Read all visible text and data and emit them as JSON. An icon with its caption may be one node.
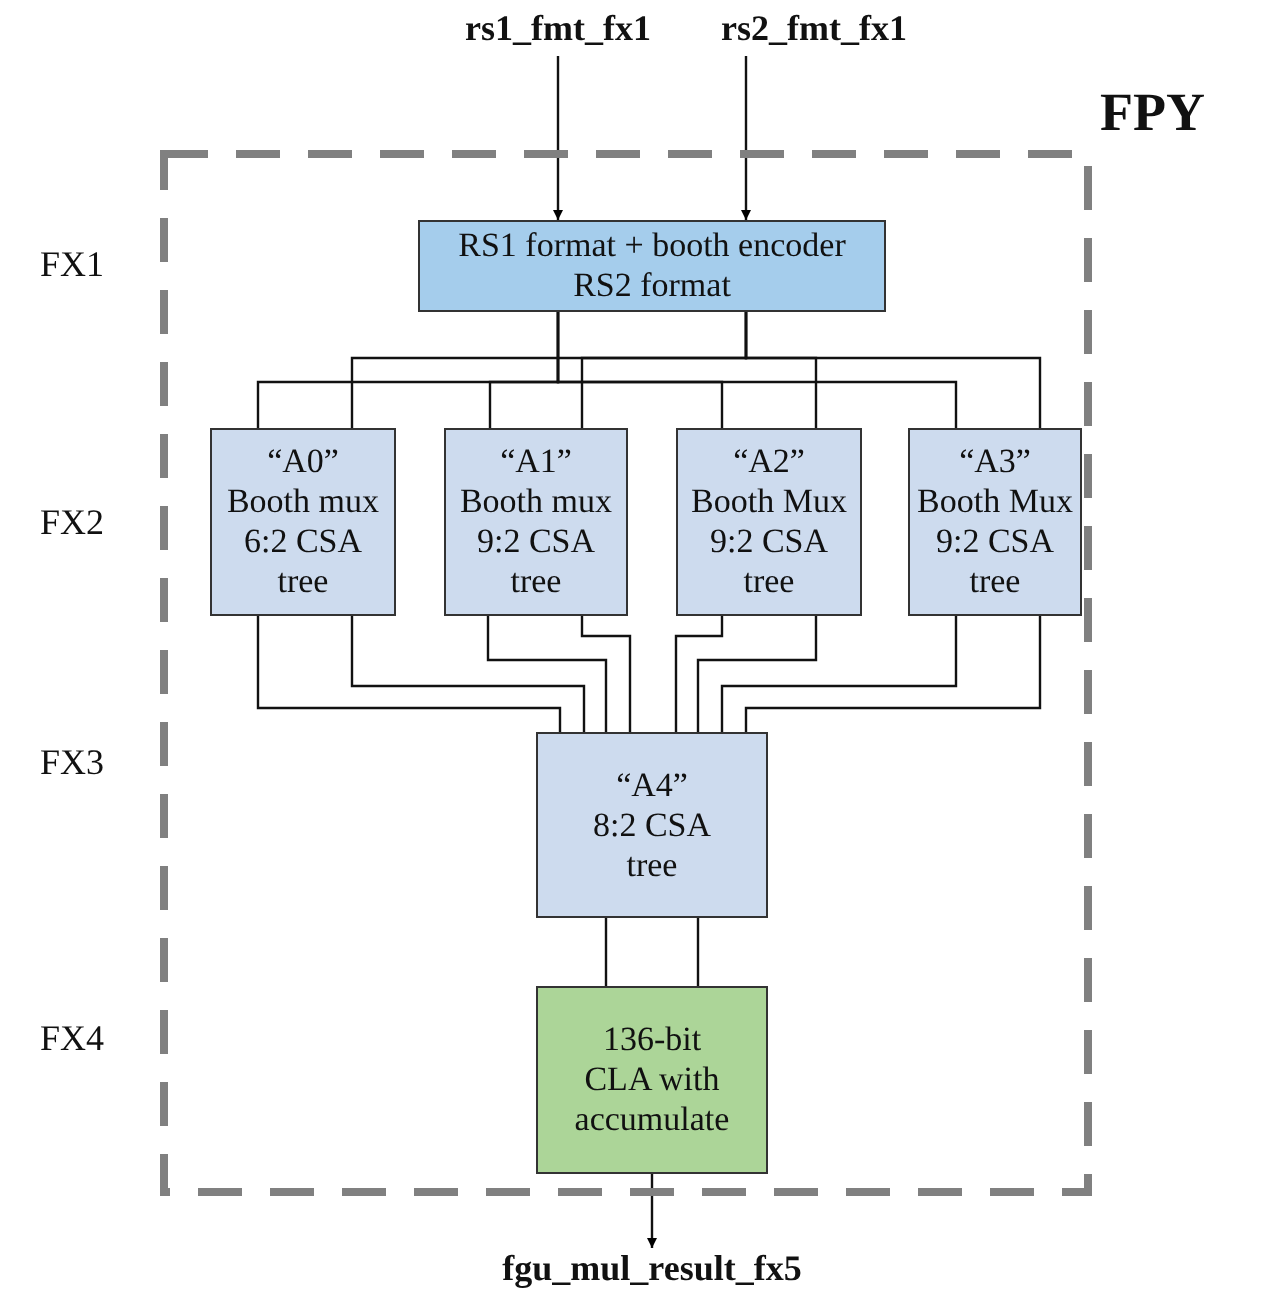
{
  "diagram": {
    "nodes": [
      {
        "text": [
          "FPY"
        ]
      },
      {
        "text": [
          "rs1_fmt_fx1"
        ]
      },
      {
        "text": [
          "rs2_fmt_fx1"
        ]
      },
      {
        "text": [
          "RS1 format + booth encoder",
          "RS2 format"
        ],
        "in": 0
      },
      {
        "text": [
          "“A0”",
          "Booth mux 6:2 CSA tree"
        ],
        "in": 0
      },
      {
        "text": [
          "“A1”",
          "Booth mux 9:2 CSA tree"
        ],
        "in": 0
      },
      {
        "text": [
          "“A2”",
          "Booth Mux 9:2 CSA tree"
        ],
        "in": 0
      },
      {
        "text": [
          "“A3”",
          "Booth Mux 9:2 CSA tree"
        ],
        "in": 0
      },
      {
        "text": [
          "“A4”",
          "8:2 CSA tree"
        ],
        "in": 0
      },
      {
        "text": [
          "136-bit CLA with accumulate"
        ],
        "in": 0
      },
      {
        "text": [
          "fgu_mul_result_fx5"
        ]
      }
    ],
    "edges": [
      {
        "from": 1,
        "to": 3,
        "arrow": "to"
      },
      {
        "from": 2,
        "to": 3,
        "arrow": "to"
      },
      {
        "from": 3,
        "to": 4,
        "arrow": "none"
      },
      {
        "from": 3,
        "to": 5,
        "arrow": "none"
      },
      {
        "from": 3,
        "to": 6,
        "arrow": "none"
      },
      {
        "from": 3,
        "to": 7,
        "arrow": "none"
      },
      {
        "from": 3,
        "to": 4,
        "arrow": "none"
      },
      {
        "from": 3,
        "to": 5,
        "arrow": "none"
      },
      {
        "from": 3,
        "to": 6,
        "arrow": "none"
      },
      {
        "from": 3,
        "to": 7,
        "arrow": "none"
      },
      {
        "from": 4,
        "to": 8,
        "arrow": "none"
      },
      {
        "from": 4,
        "to": 8,
        "arrow": "none"
      },
      {
        "from": 5,
        "to": 8,
        "arrow": "none"
      },
      {
        "from": 5,
        "to": 8,
        "arrow": "none"
      },
      {
        "from": 6,
        "to": 8,
        "arrow": "none"
      },
      {
        "from": 6,
        "to": 8,
        "arrow": "none"
      },
      {
        "from": 7,
        "to": 8,
        "arrow": "none"
      },
      {
        "from": 7,
        "to": 8,
        "arrow": "none"
      },
      {
        "from": 8,
        "to": 9,
        "arrow": "none"
      },
      {
        "from": 8,
        "to": 9,
        "arrow": "none"
      },
      {
        "from": 9,
        "to": 10,
        "arrow": "to"
      }
    ],
    "labels": [
      "FX1",
      "FX2",
      "FX3",
      "FX4"
    ]
  }
}
